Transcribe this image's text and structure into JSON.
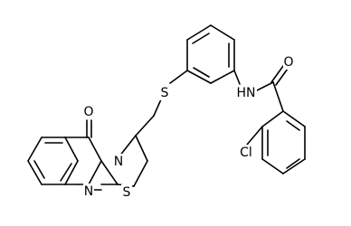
{
  "atom_labels": {
    "O_carbonyl_left": "O",
    "N_ring": "N",
    "N_bottom": "N",
    "S_ring": "S",
    "S_thioether": "S",
    "NH_amide": "HN",
    "O_amide": "O",
    "Cl": "Cl"
  },
  "colors": {
    "bond": "#000000",
    "label": "#000000",
    "background": "#ffffff"
  }
}
